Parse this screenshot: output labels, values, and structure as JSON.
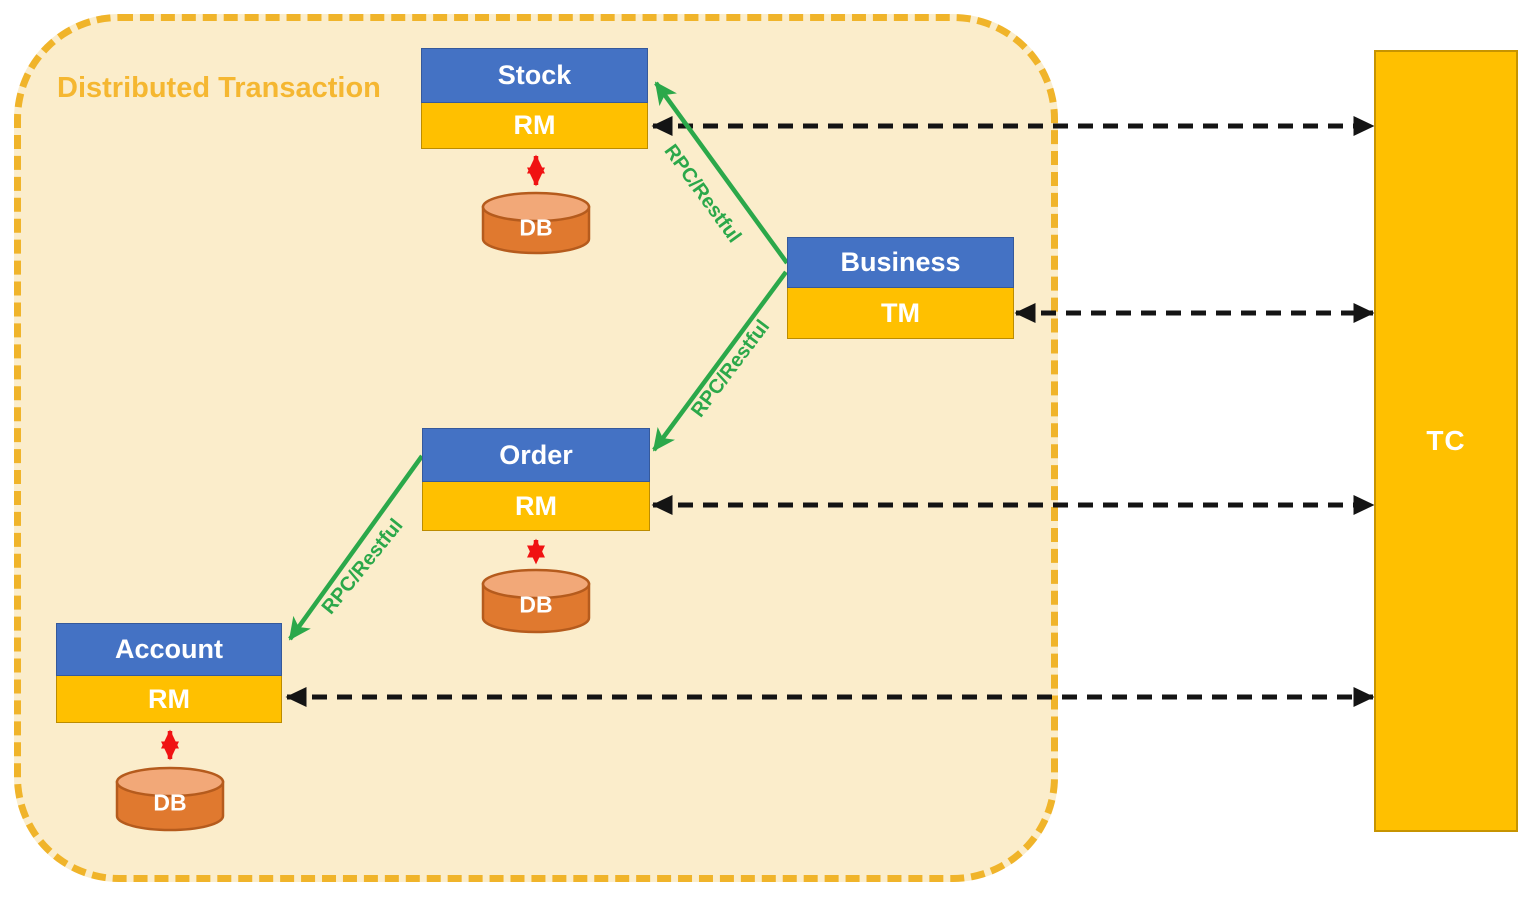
{
  "title": "Distributed Transaction",
  "services": [
    {
      "name": "Stock",
      "role": "RM"
    },
    {
      "name": "Business",
      "role": "TM"
    },
    {
      "name": "Order",
      "role": "RM"
    },
    {
      "name": "Account",
      "role": "RM"
    }
  ],
  "databases": [
    {
      "label": "DB"
    },
    {
      "label": "DB"
    },
    {
      "label": "DB"
    }
  ],
  "coordinator": {
    "label": "TC"
  },
  "connections": {
    "rpc_labels": [
      "RPC/Restful",
      "RPC/Restful",
      "RPC/Restful"
    ]
  },
  "colors": {
    "service_header_blue": "#4472C4",
    "role_bar_gold": "#FFC000",
    "boundary_fill_cream": "#FBEDCB",
    "boundary_border_gold": "#F0B42A",
    "title_gold": "#F5B731",
    "rpc_green": "#2BA84A",
    "db_link_red": "#F01212",
    "tc_link_black": "#141414",
    "db_body_orange": "#E0792F",
    "db_top_orange": "#F2A878",
    "db_outline": "#B55B1D"
  }
}
